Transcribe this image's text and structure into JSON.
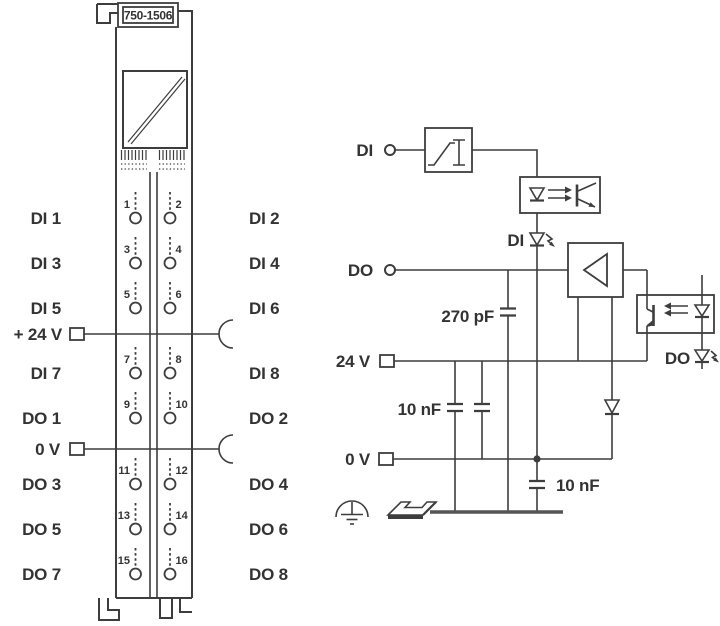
{
  "module": {
    "part_number": "750-1506",
    "left_labels": [
      "DI 1",
      "DI 3",
      "DI 5",
      "+ 24 V",
      "DI 7",
      "DO 1",
      "0 V",
      "DO 3",
      "DO 5",
      "DO 7"
    ],
    "right_labels": [
      "DI 2",
      "DI 4",
      "DI 6",
      "DI 8",
      "DO 2",
      "DO 4",
      "DO 6",
      "DO 8"
    ],
    "contact_numbers": [
      "1",
      "2",
      "3",
      "4",
      "5",
      "6",
      "7",
      "8",
      "9",
      "10",
      "11",
      "12",
      "13",
      "14",
      "15",
      "16"
    ]
  },
  "schematic": {
    "input_terminal_label": "DI",
    "output_terminal_label": "DO",
    "input_led_label": "DI",
    "output_led_label": "DO",
    "supply_label": "24 V",
    "ground_label": "0 V",
    "capacitor_output": "270 pF",
    "capacitor_supply": "10 nF",
    "capacitor_ground": "10 nF"
  },
  "colors": {
    "ink": "#3d3d3d",
    "text": "#333333",
    "background": "#ffffff"
  }
}
